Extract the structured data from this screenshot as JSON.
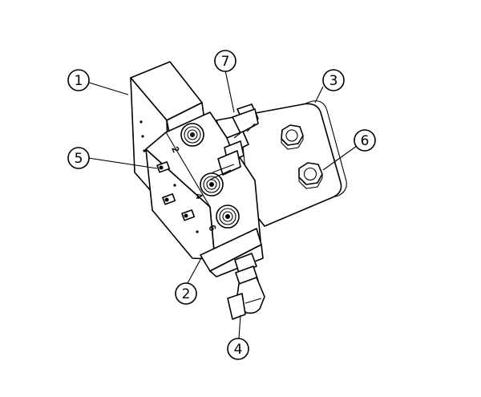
{
  "callouts": [
    {
      "id": "1",
      "label": "1"
    },
    {
      "id": "2",
      "label": "2"
    },
    {
      "id": "3",
      "label": "3"
    },
    {
      "id": "4",
      "label": "4"
    },
    {
      "id": "5",
      "label": "5"
    },
    {
      "id": "6",
      "label": "6"
    },
    {
      "id": "7",
      "label": "7"
    }
  ],
  "port_labels": {
    "top": "2",
    "middle": "4",
    "bottom": "6"
  }
}
